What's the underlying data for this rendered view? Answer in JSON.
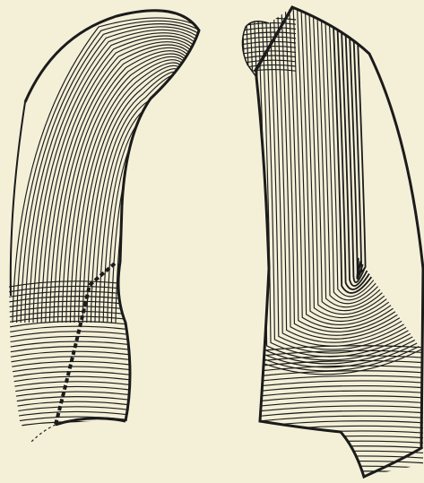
{
  "colors": {
    "paper": "#f4f0d8",
    "ink": "#1b1b1b"
  },
  "figure": {
    "left_part": {
      "hatch": "curved-parallel",
      "boundary": "partly-dashed"
    },
    "right_part": {
      "hatch": "curved-parallel",
      "boundary": "heavy-outline"
    }
  }
}
